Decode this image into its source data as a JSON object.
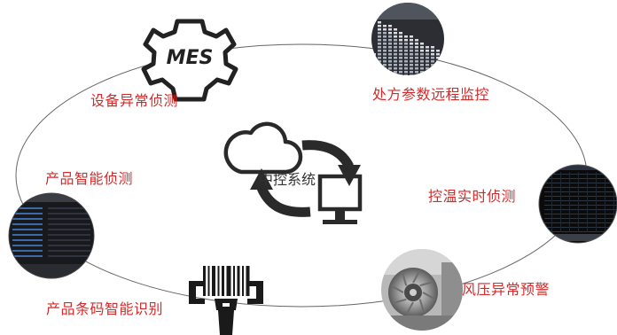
{
  "center": {
    "label": "中控系统"
  },
  "nodes": [
    {
      "label": "设备异常侦测",
      "icon": "mes-gear-icon"
    },
    {
      "label": "处方参数远程监控",
      "icon": "equalizer-screen-photo"
    },
    {
      "label": "控温实时侦测",
      "icon": "monitor-screen-photo"
    },
    {
      "label": "风压异常预警",
      "icon": "fan-machine-photo"
    },
    {
      "label": "产品条码智能识别",
      "icon": "barcode-scanner-icon"
    },
    {
      "label": "产品智能侦测",
      "icon": "inspection-screen-photo"
    }
  ],
  "mes_text": "MES",
  "colors": {
    "label": "#d42a2a",
    "ring": "#666666",
    "icon": "#222222"
  }
}
